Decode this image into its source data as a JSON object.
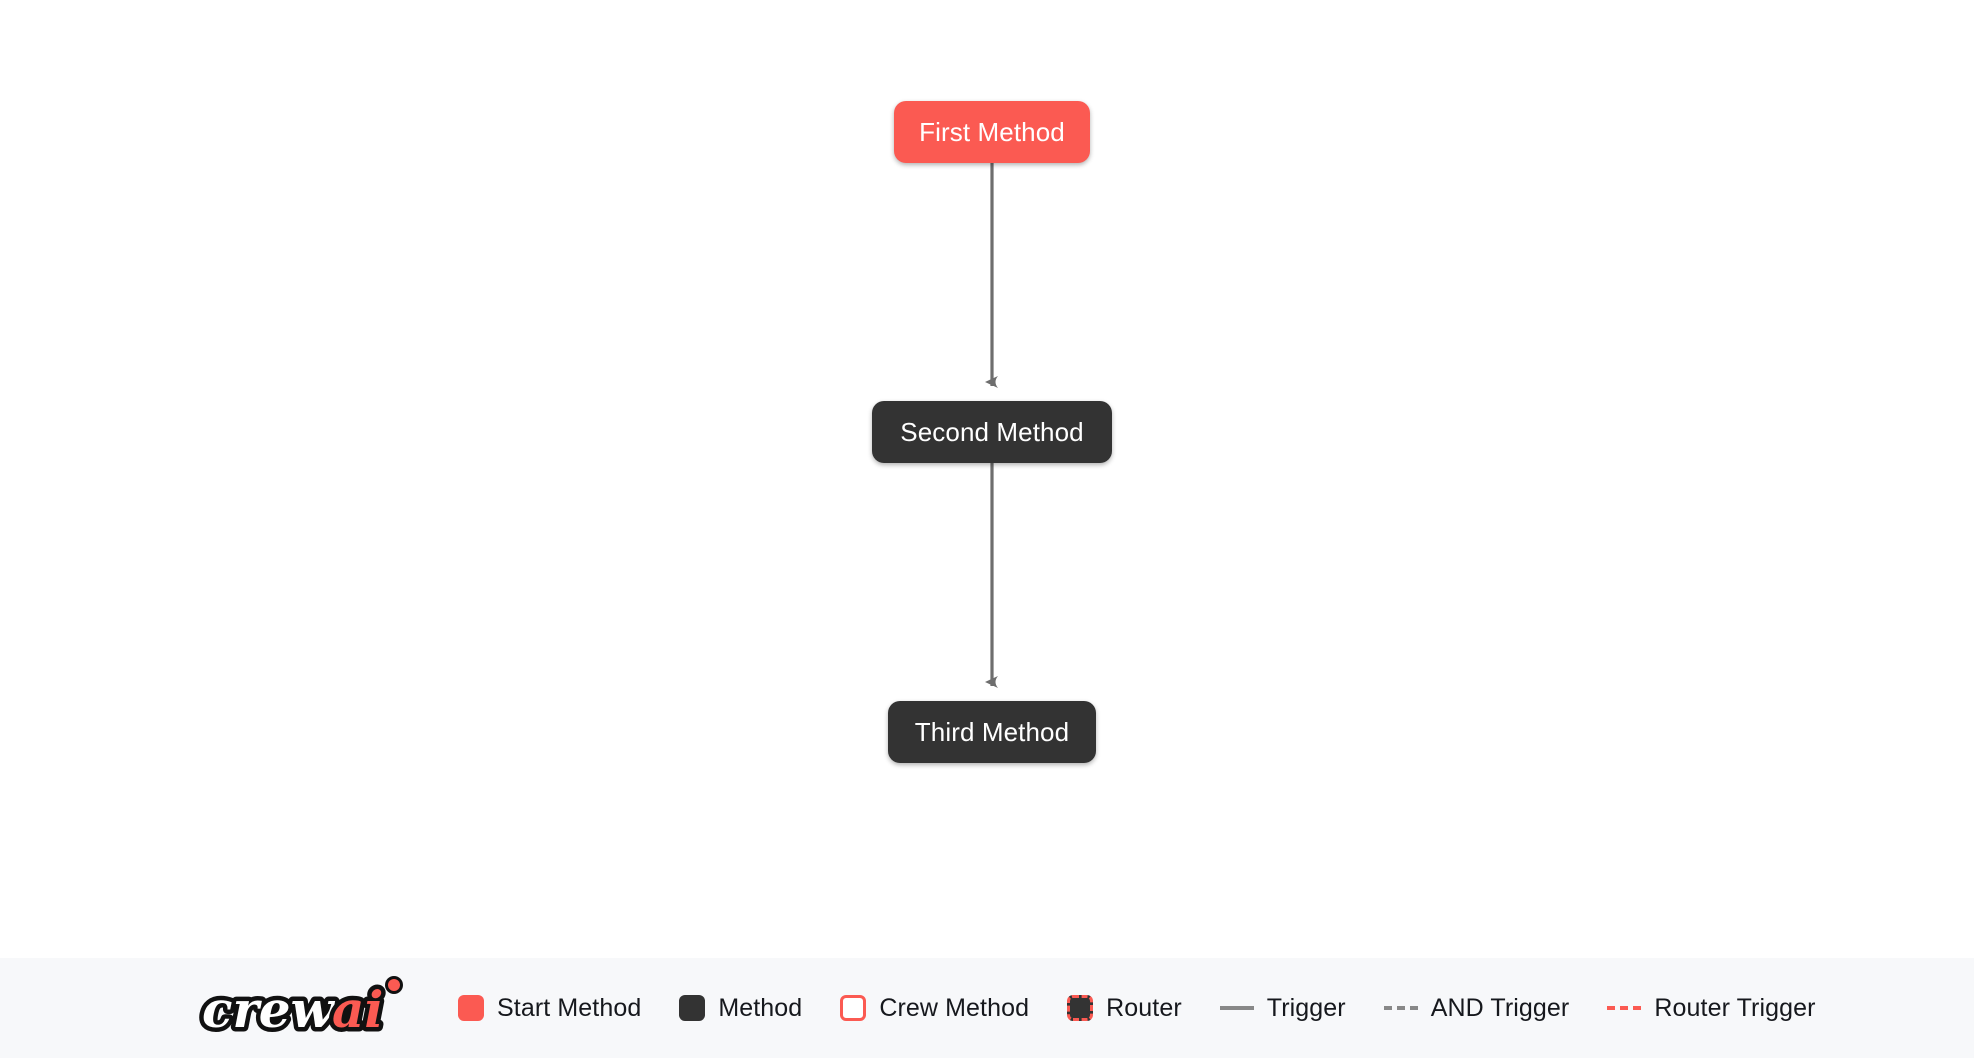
{
  "canvas": {
    "background_color": "#ffffff",
    "nodes": [
      {
        "id": "first",
        "label": "First Method",
        "type": "start-method",
        "color": "#fb5a52",
        "text_color": "#ffffff"
      },
      {
        "id": "second",
        "label": "Second Method",
        "type": "method",
        "color": "#333333",
        "text_color": "#ffffff"
      },
      {
        "id": "third",
        "label": "Third Method",
        "type": "method",
        "color": "#333333",
        "text_color": "#ffffff"
      }
    ],
    "edges": [
      {
        "from": "first",
        "to": "second",
        "type": "trigger",
        "color": "#6e6e6e",
        "style": "solid"
      },
      {
        "from": "second",
        "to": "third",
        "type": "trigger",
        "color": "#6e6e6e",
        "style": "solid"
      }
    ]
  },
  "legend": {
    "background_color": "#f7f8fa",
    "logo": {
      "text_primary": "crew",
      "text_accent": "ai",
      "accent_color": "#fb5a52"
    },
    "items": [
      {
        "label": "Start Method",
        "marker": "swatch-start",
        "kind": "swatch"
      },
      {
        "label": "Method",
        "marker": "swatch-method",
        "kind": "swatch"
      },
      {
        "label": "Crew Method",
        "marker": "swatch-crew",
        "kind": "swatch"
      },
      {
        "label": "Router",
        "marker": "swatch-router",
        "kind": "swatch"
      },
      {
        "label": "Trigger",
        "marker": "line-solid-trigger",
        "kind": "line"
      },
      {
        "label": "AND Trigger",
        "marker": "line-and-trigger",
        "kind": "line"
      },
      {
        "label": "Router Trigger",
        "marker": "line-router-trigger",
        "kind": "line"
      }
    ]
  }
}
